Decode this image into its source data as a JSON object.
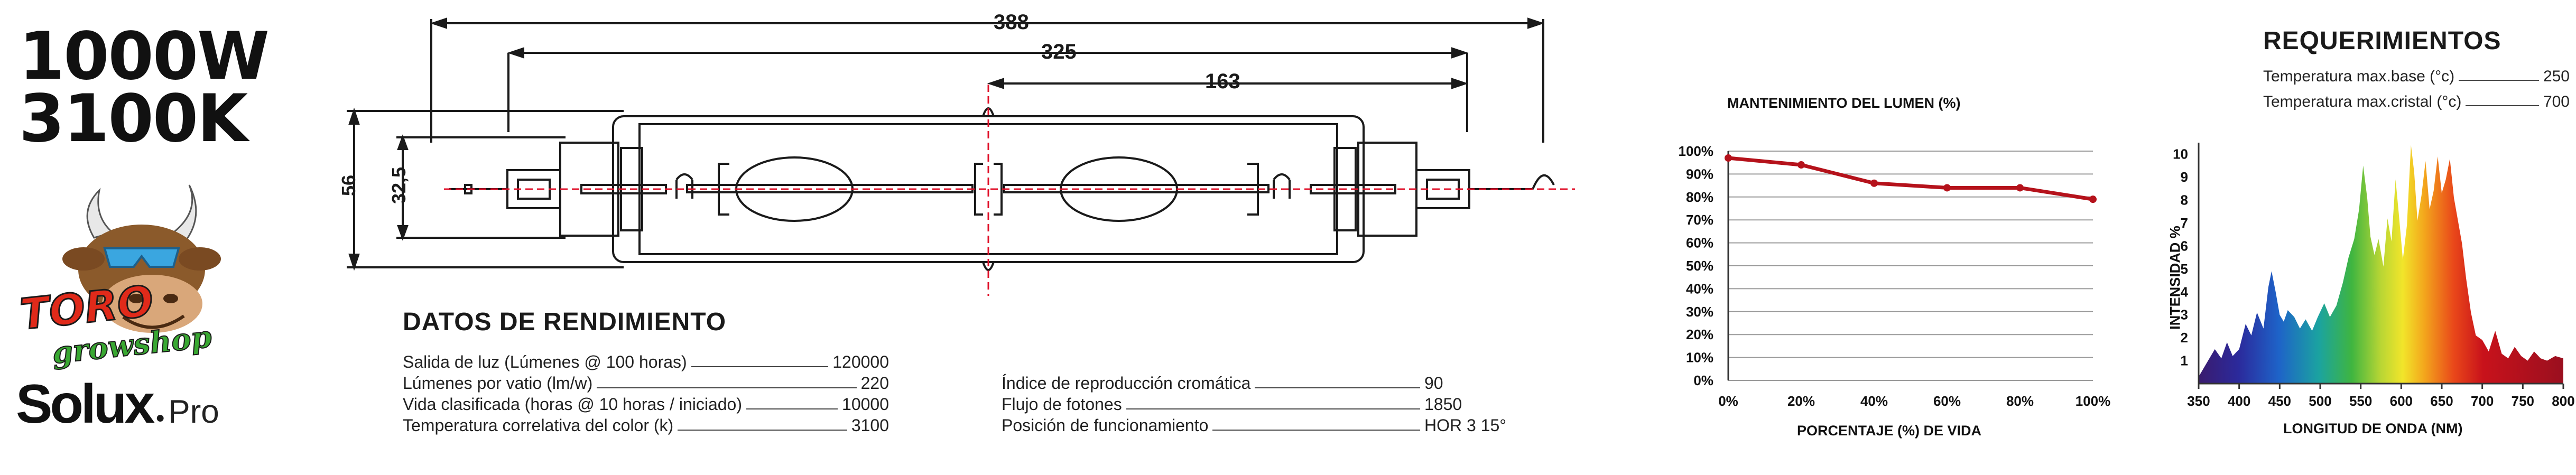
{
  "product": {
    "wattage": "1000W",
    "color_temp": "3100K",
    "toro_text": "TORO",
    "growshop_text": "growshop",
    "brand_main": "Solux",
    "brand_sub": "Pro"
  },
  "dimensions": {
    "total": "388",
    "mid": "325",
    "half": "163",
    "height": "56",
    "inner": "32,5"
  },
  "performance": {
    "title": "DATOS DE RENDIMIENTO",
    "left": [
      {
        "label": "Salida de luz (Lúmenes @ 100 horas)",
        "value": "120000"
      },
      {
        "label": "Lúmenes por vatio (lm/w)",
        "value": "220"
      },
      {
        "label": "Vida clasificada (horas @ 10 horas / iniciado)",
        "value": "10000"
      },
      {
        "label": "Temperatura correlativa del color  (k)",
        "value": "3100"
      }
    ],
    "right": [
      {
        "label": "Índice de reproducción cromática",
        "value": "90"
      },
      {
        "label": "Flujo de fotones",
        "value": "1850"
      },
      {
        "label": "Posición de funcionamiento",
        "value": "HOR 3 15°"
      }
    ]
  },
  "requirements": {
    "title": "REQUERIMIENTOS",
    "items": [
      {
        "label": "Temperatura max.base (°c)",
        "value": "250"
      },
      {
        "label": "Temperatura max.cristal (°c)",
        "value": "700"
      }
    ]
  },
  "chart_data": [
    {
      "type": "line",
      "title": "MANTENIMIENTO DEL LUMEN (%)",
      "xlabel": "PORCENTAJE (%) DE VIDA",
      "ylabel": "",
      "x_ticks": [
        "0%",
        "20%",
        "40%",
        "60%",
        "80%",
        "100%"
      ],
      "y_ticks": [
        "0%",
        "10%",
        "20%",
        "30%",
        "40%",
        "50%",
        "60%",
        "70%",
        "80%",
        "90%",
        "100%"
      ],
      "xlim": [
        0,
        100
      ],
      "ylim": [
        0,
        100
      ],
      "grid": true,
      "series": [
        {
          "x": [
            0,
            20,
            40,
            60,
            80,
            100
          ],
          "values": [
            97,
            94,
            86,
            84,
            84,
            79
          ],
          "color": "#b5121b"
        }
      ]
    },
    {
      "type": "area",
      "title": "",
      "xlabel": "LONGITUD DE ONDA (NM)",
      "ylabel": "INTENSIDAD %",
      "x_ticks": [
        "350",
        "400",
        "450",
        "500",
        "550",
        "600",
        "650",
        "700",
        "750",
        "800"
      ],
      "y_ticks": [
        "1",
        "2",
        "3",
        "4",
        "5",
        "6",
        "7",
        "8",
        "9",
        "10"
      ],
      "xlim": [
        350,
        800
      ],
      "ylim": [
        0,
        10.5
      ],
      "x": [
        350,
        360,
        370,
        378,
        385,
        392,
        400,
        408,
        415,
        422,
        430,
        436,
        440,
        445,
        450,
        455,
        460,
        468,
        475,
        482,
        490,
        497,
        505,
        512,
        520,
        528,
        535,
        542,
        548,
        553,
        558,
        562,
        567,
        572,
        578,
        583,
        588,
        593,
        597,
        602,
        607,
        612,
        616,
        620,
        625,
        630,
        635,
        640,
        645,
        650,
        655,
        660,
        665,
        670,
        675,
        680,
        686,
        692,
        700,
        708,
        716,
        724,
        732,
        740,
        748,
        756,
        764,
        772,
        780,
        790,
        800
      ],
      "values": [
        0.3,
        0.9,
        1.5,
        1.1,
        1.8,
        1.2,
        1.5,
        2.6,
        2.1,
        3.1,
        2.4,
        4.2,
        4.9,
        4.0,
        3.0,
        2.7,
        3.2,
        2.9,
        2.4,
        2.8,
        2.3,
        2.9,
        3.5,
        2.9,
        3.4,
        4.4,
        5.5,
        6.3,
        7.6,
        9.5,
        8.1,
        6.4,
        5.6,
        6.3,
        5.1,
        7.2,
        6.2,
        8.9,
        7.4,
        5.4,
        6.9,
        10.4,
        9.2,
        7.1,
        8.2,
        9.7,
        7.6,
        8.4,
        9.9,
        8.3,
        8.9,
        9.8,
        8.1,
        7.1,
        6.1,
        4.6,
        3.1,
        2.1,
        1.9,
        1.4,
        2.3,
        1.3,
        1.1,
        1.6,
        1.2,
        1.0,
        1.4,
        1.1,
        1.0,
        1.2,
        1.1
      ]
    }
  ]
}
